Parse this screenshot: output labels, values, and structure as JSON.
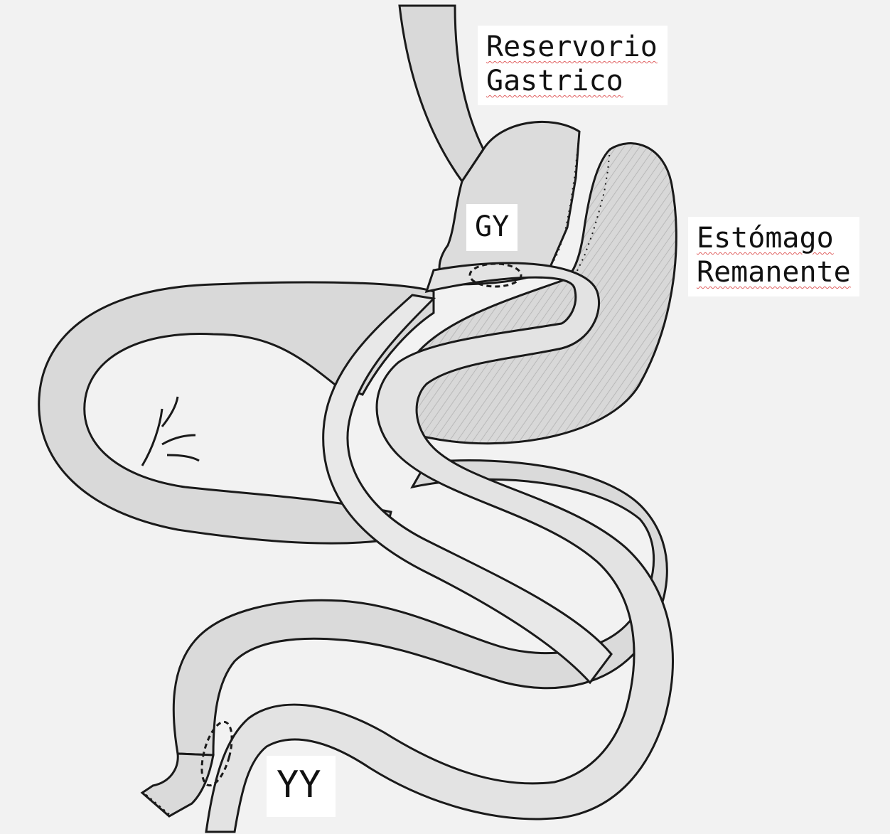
{
  "labels": {
    "reservorio": {
      "line1": "Reservorio",
      "line2": "Gastrico"
    },
    "estomago": {
      "line1": "Estómago",
      "line2": "Remanente"
    },
    "gy": "GY",
    "yy": "YY"
  },
  "colors": {
    "background": "#f2f2f2",
    "ink": "#1a1a1a",
    "shade": "#d4d4d4",
    "label_bg": "#ffffff",
    "spellcheck_underline": "#e06060"
  }
}
